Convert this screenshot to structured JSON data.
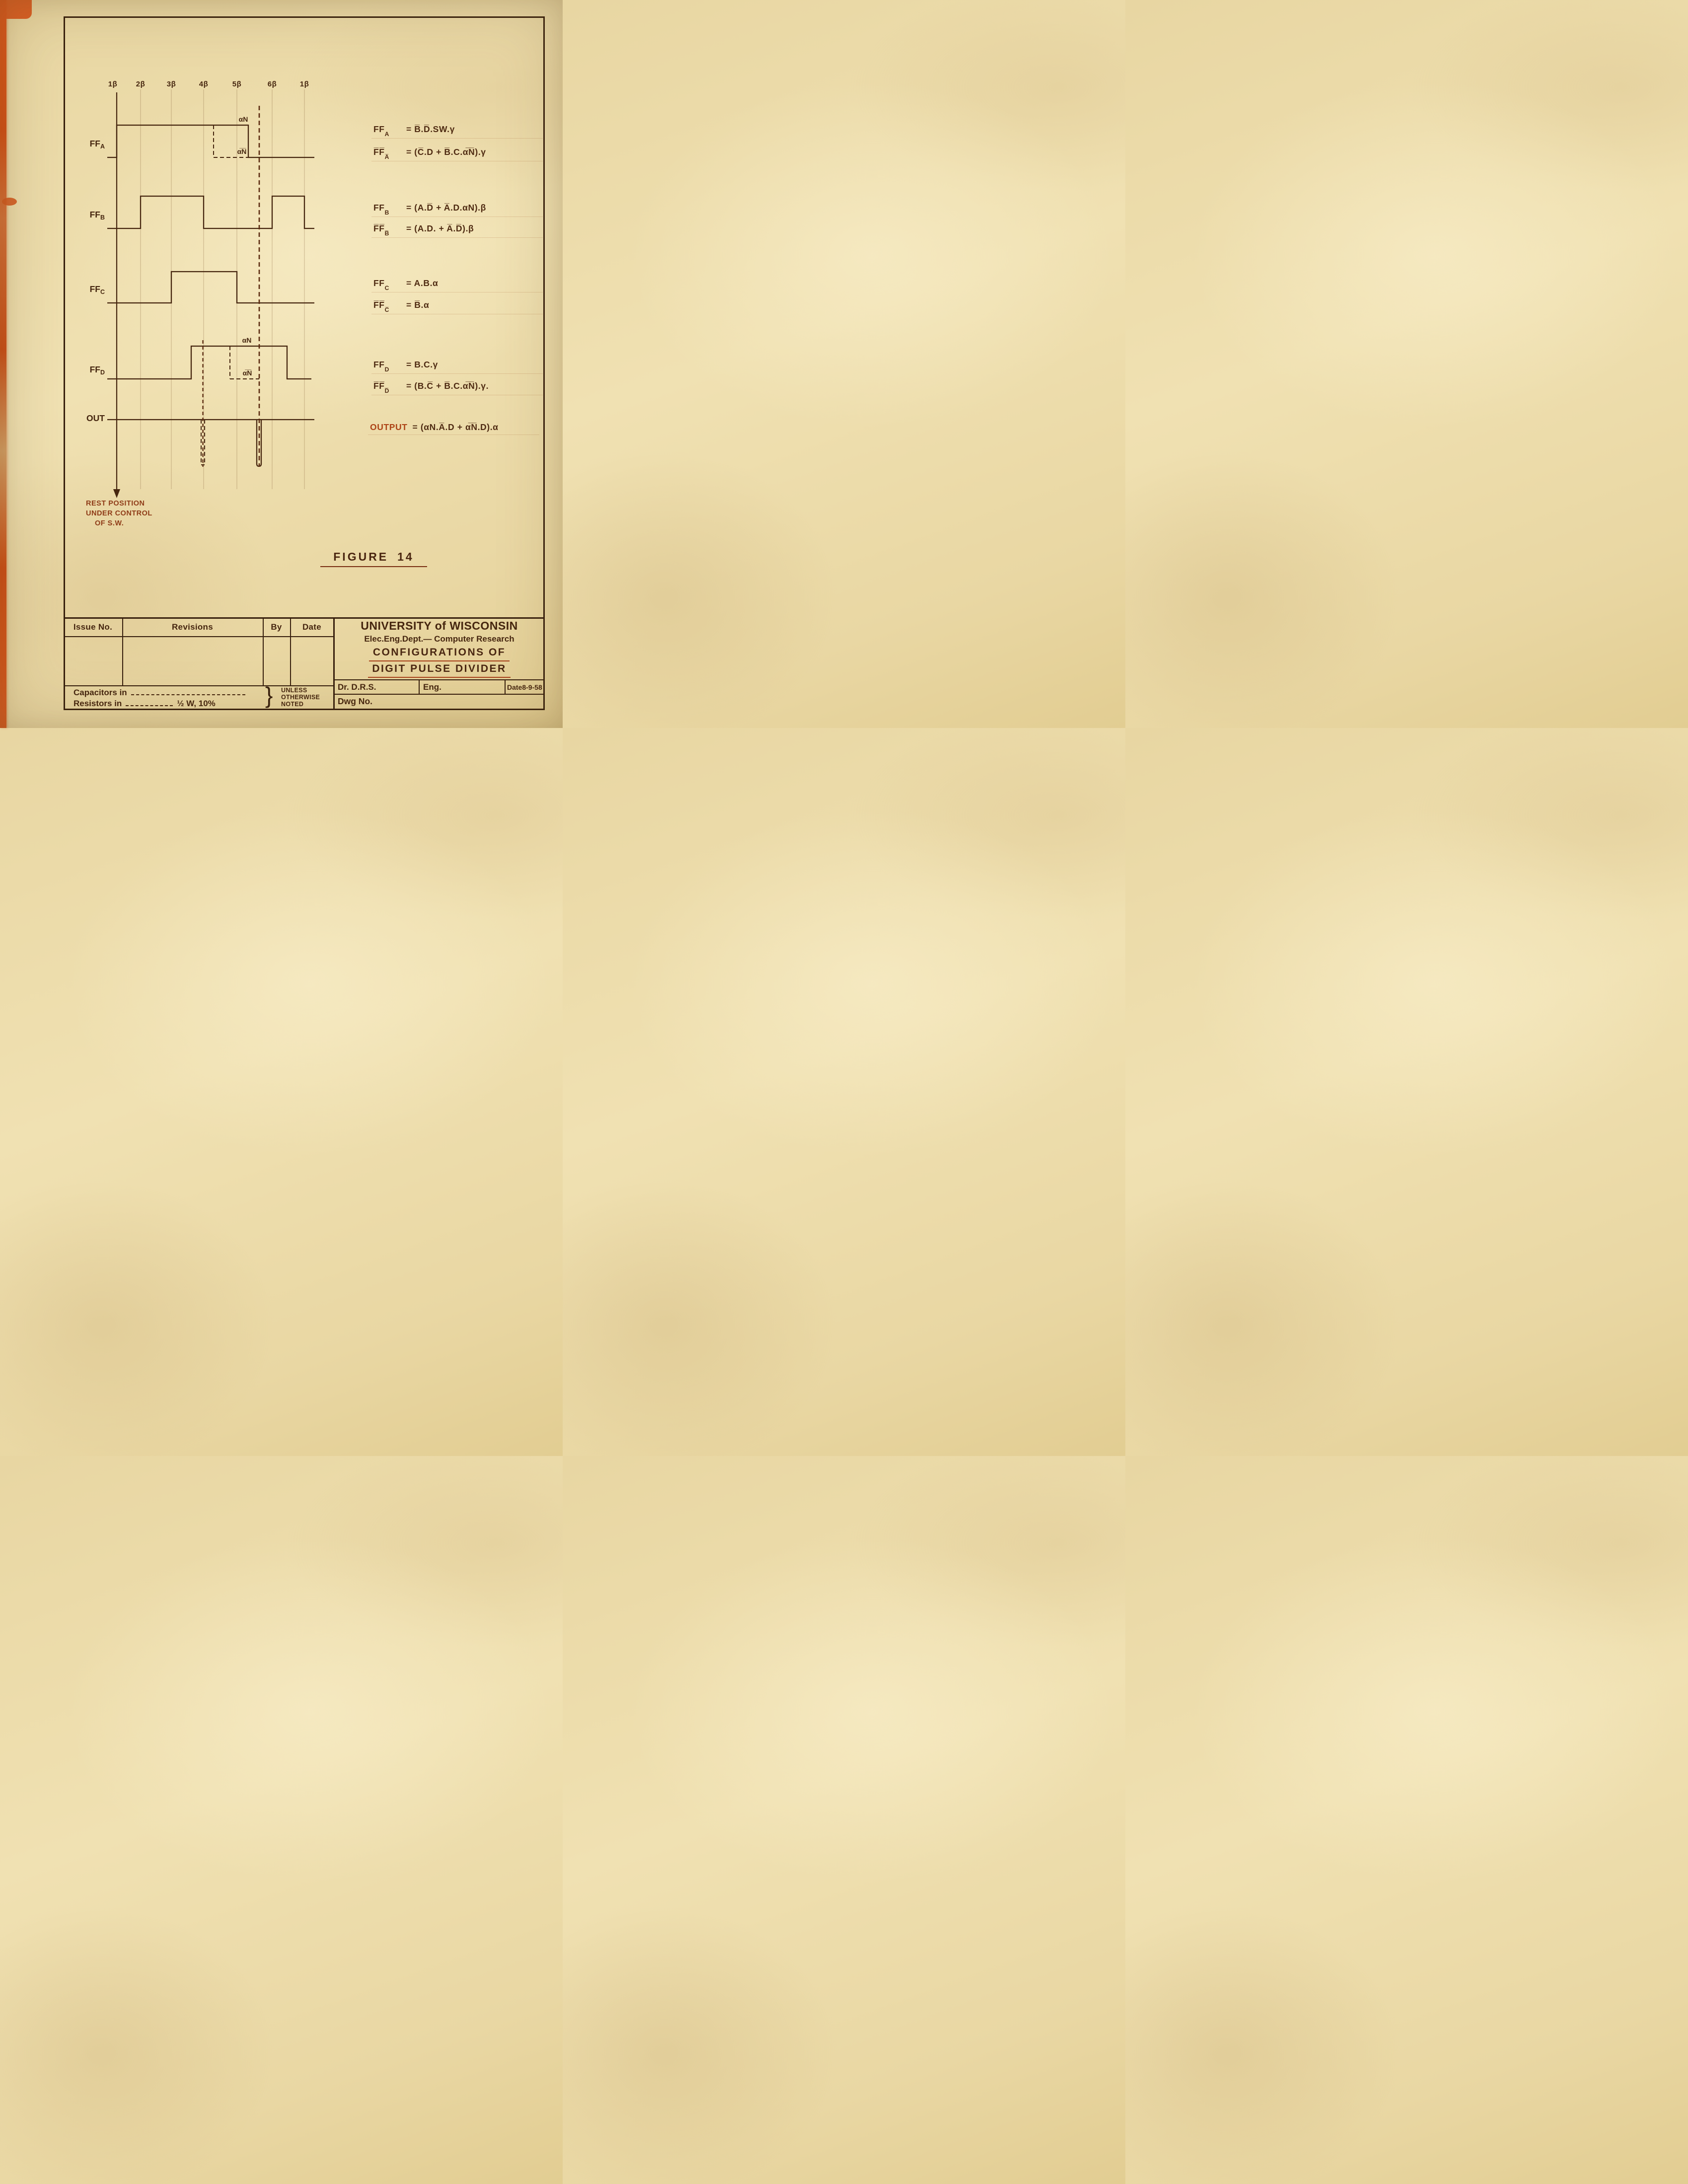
{
  "sheet": {
    "figure_label": "FIGURE",
    "figure_number": "14"
  },
  "diagram": {
    "columns": [
      "1β",
      "2β",
      "3β",
      "4β",
      "5β",
      "6β",
      "1β"
    ],
    "rows": {
      "ffa": {
        "main": "FF",
        "sub": "A"
      },
      "ffb": {
        "main": "FF",
        "sub": "B"
      },
      "ffc": {
        "main": "FF",
        "sub": "C"
      },
      "ffd": {
        "main": "FF",
        "sub": "D"
      },
      "out": {
        "main": "OUT",
        "sub": ""
      }
    },
    "pulse_labels": {
      "alpha_n": "αN",
      "alpha_n_bar": "α̅N̅"
    },
    "rest_note": {
      "line1": "REST POSITION",
      "line2": "UNDER CONTROL",
      "line3": "OF S.W."
    }
  },
  "equations": [
    {
      "lhs_main": "FF",
      "lhs_sub": "A",
      "rhs": "= B̅.D̅.SW.γ"
    },
    {
      "lhs_main": "F̅F̅",
      "lhs_sub": "A̅",
      "rhs": "= (C̅.D + B̅.C.α̅N̅).γ"
    },
    {
      "lhs_main": "FF",
      "lhs_sub": "B",
      "rhs": "= (A.D̅ + A̅.D.αN).β"
    },
    {
      "lhs_main": "F̅F̅",
      "lhs_sub": "B̅",
      "rhs": "= (A.D. + A̅.D̅).β"
    },
    {
      "lhs_main": "FF",
      "lhs_sub": "C",
      "rhs": "= A.B.α"
    },
    {
      "lhs_main": "F̅F̅",
      "lhs_sub": "C̅",
      "rhs": "= B̅.α"
    },
    {
      "lhs_main": "FF",
      "lhs_sub": "D",
      "rhs": "= B.C.γ"
    },
    {
      "lhs_main": "F̅F̅",
      "lhs_sub": "D̅",
      "rhs": "= (B.C̅ + B̅.C.α̅N̅).γ."
    },
    {
      "lhs_main": "OUTPUT",
      "lhs_sub": "",
      "rhs": "= (αN.A̅.D + α̅N̅.D).α"
    }
  ],
  "title_block": {
    "issue_no": "Issue No.",
    "revisions": "Revisions",
    "by": "By",
    "date": "Date",
    "university": "UNIVERSITY of WISCONSIN",
    "department": "Elec.Eng.Dept.— Computer Research",
    "title_line1": "CONFIGURATIONS OF",
    "title_line2": "DIGIT PULSE DIVIDER",
    "drawn_by_label": "Dr.",
    "drawn_by": "D.R.S.",
    "eng": "Eng.",
    "date_label": "Date",
    "date_value": "8-9-58",
    "dwg_no": "Dwg No.",
    "capacitors_label": "Capacitors in",
    "resistors_label": "Resistors in",
    "resistor_spec": "½ W, 10%",
    "brace": "}",
    "note_line1": "UNLESS",
    "note_line2": "OTHERWISE",
    "note_line3": "NOTED"
  }
}
